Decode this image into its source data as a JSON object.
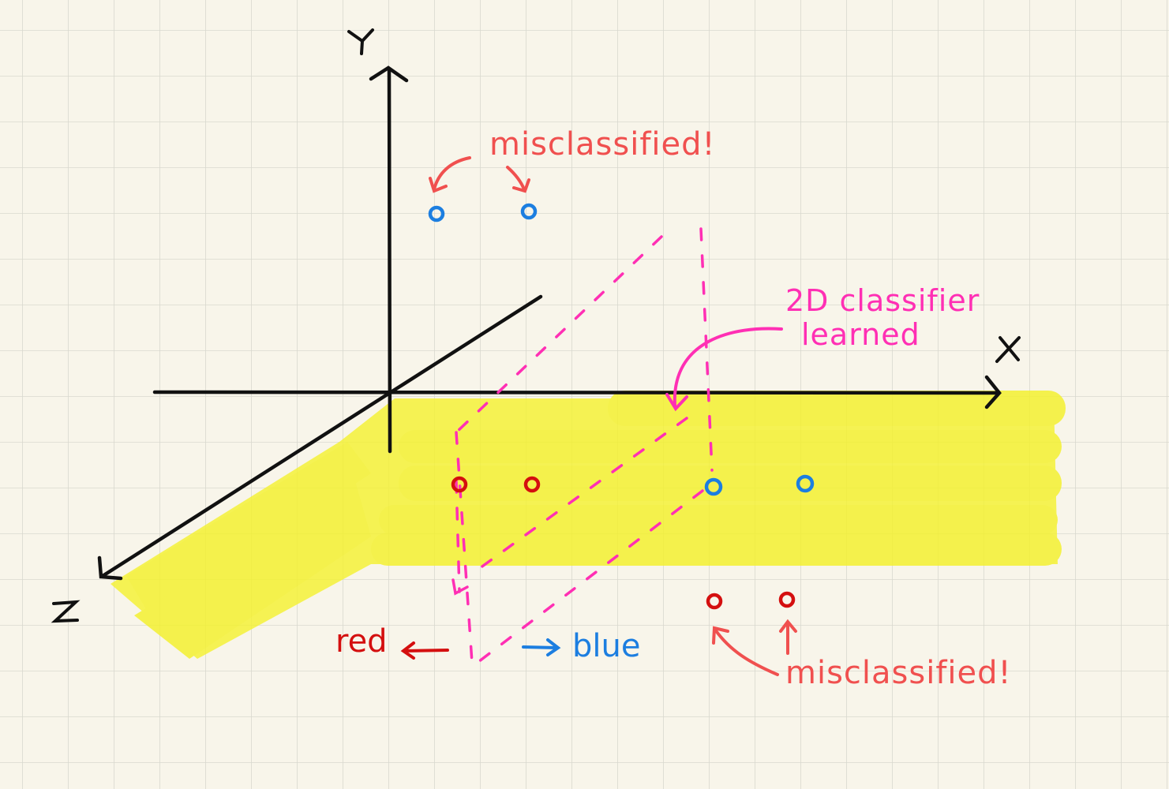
{
  "colors": {
    "paper": "#f8f5ea",
    "grid": "#d9d9cf",
    "axis": "#111111",
    "highlight": "#f5f232",
    "classifier": "#ff2fb4",
    "annotation": "#f0504f",
    "red_point": "#d40f0f",
    "blue_point": "#1c7ee0"
  },
  "axes": {
    "x_label": "X",
    "y_label": "Y",
    "z_label": "Z"
  },
  "annotations": {
    "misclassified_top": "misclassified!",
    "misclassified_bottom": "misclassified!",
    "classifier_line1": "2D classifier",
    "classifier_line2": "learned",
    "red_label": "red",
    "blue_label": "blue"
  },
  "points": [
    {
      "id": "top-left",
      "color": "blue",
      "note": "misclassified"
    },
    {
      "id": "top-right",
      "color": "blue",
      "note": "misclassified"
    },
    {
      "id": "plane-1",
      "color": "red"
    },
    {
      "id": "plane-2",
      "color": "red"
    },
    {
      "id": "plane-3",
      "color": "blue"
    },
    {
      "id": "plane-4",
      "color": "blue"
    },
    {
      "id": "bottom-left",
      "color": "red",
      "note": "misclassified"
    },
    {
      "id": "bottom-right",
      "color": "red",
      "note": "misclassified"
    }
  ]
}
